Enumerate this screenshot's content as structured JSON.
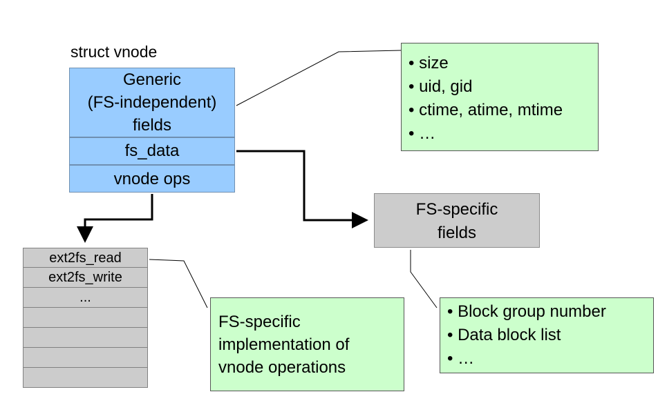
{
  "struct_label": "struct vnode",
  "vnode": {
    "generic_lines": [
      "Generic",
      "(FS-independent)",
      "fields"
    ],
    "fs_data": "fs_data",
    "ops": "vnode ops"
  },
  "ops_table": {
    "rows": [
      "ext2fs_read",
      "ext2fs_write",
      "...",
      "",
      "",
      "",
      ""
    ]
  },
  "fs_specific_fields": {
    "lines": [
      "FS-specific",
      "fields"
    ]
  },
  "generic_fields_note": {
    "items": [
      "• size",
      "• uid, gid",
      "• ctime, atime, mtime",
      "• …"
    ]
  },
  "impl_note": {
    "lines": [
      "FS-specific",
      "implementation of",
      "vnode operations"
    ]
  },
  "fs_specific_note": {
    "items": [
      "• Block group number",
      "• Data block list",
      "• …"
    ]
  },
  "colors": {
    "vnode_fill": "#99ccff",
    "note_fill": "#ccffcc",
    "gray_fill": "#cccccc"
  }
}
